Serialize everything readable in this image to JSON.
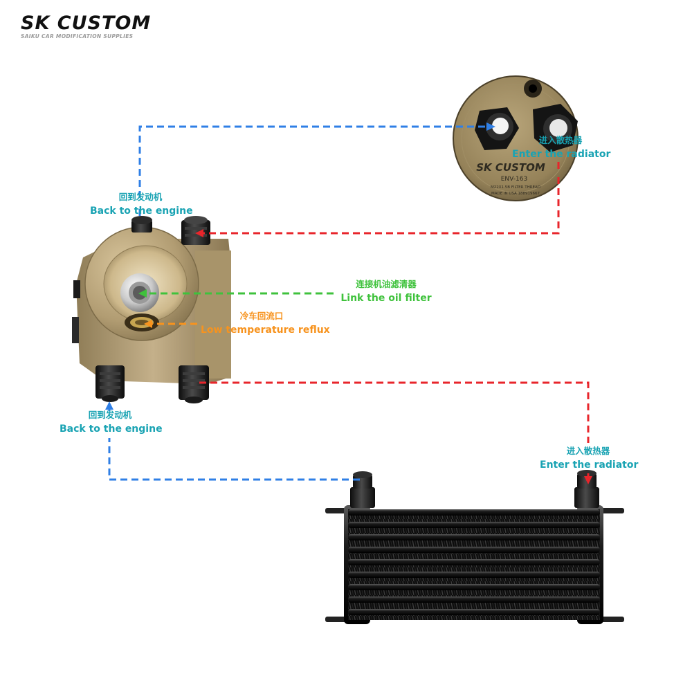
{
  "brand": {
    "name": "SK CUSTOM",
    "tagline": "SAIKU CAR MODIFICATION SUPPLIES"
  },
  "filter_mount": {
    "brand_text": "SK CUSTOM",
    "model": "ENV-163",
    "thread_text": "M22X1.5B FILTER THREAD",
    "origin_text": "MADE IN USA 188919667"
  },
  "labels": {
    "top_radiator": {
      "zh": "进入散热器",
      "en": "Enter the radiator"
    },
    "top_engine": {
      "zh": "回到发动机",
      "en": "Back to the engine"
    },
    "filter": {
      "zh": "连接机油滤清器",
      "en": "Link the oil filter"
    },
    "reflux": {
      "zh": "冷车回流口",
      "en": "Low temperature reflux"
    },
    "bottom_engine": {
      "zh": "回到发动机",
      "en": "Back to the engine"
    },
    "bottom_radiator": {
      "zh": "进入散热器",
      "en": "Enter the radiator"
    }
  },
  "colors": {
    "return_line": "#2f7fe6",
    "radiator_line": "#e8252b",
    "filter_line": "#3fc23c",
    "reflux_line": "#f7931e",
    "label_text": "#19a3b3",
    "housing": "#b19c72"
  }
}
